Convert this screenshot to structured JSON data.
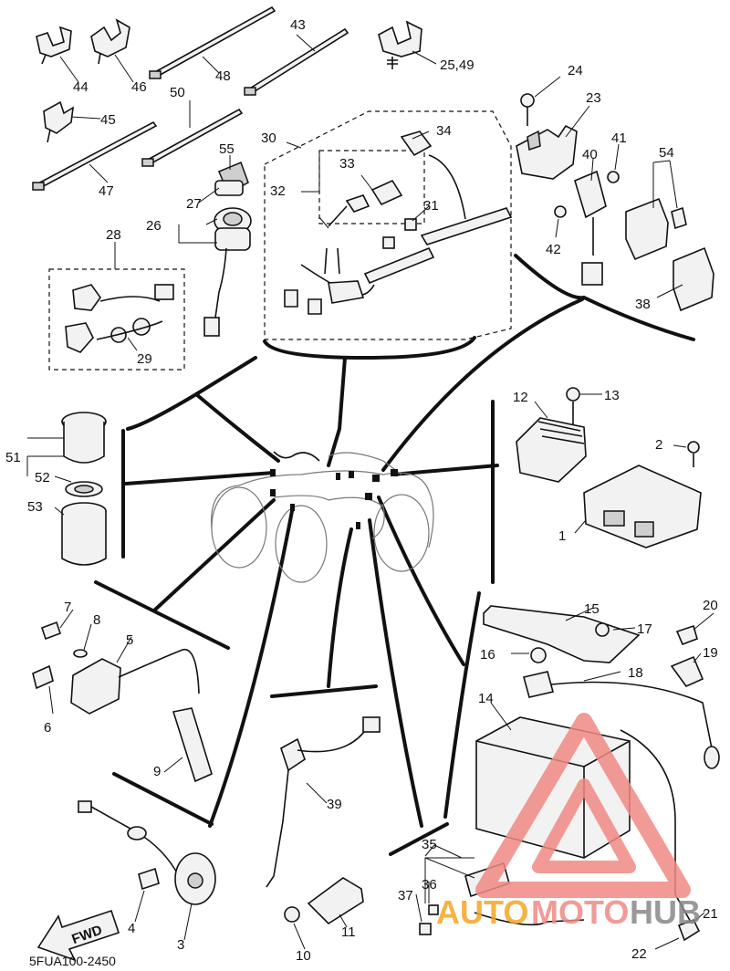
{
  "diagram_code": "5FUA100-2450",
  "direction_arrow": "FWD",
  "watermark": {
    "text_auto": "AUTO",
    "text_moto": "MOTO",
    "text_hub": "HUB",
    "color": "#f08a84",
    "orange": "#f5a623"
  },
  "callouts": [
    "1",
    "2",
    "3",
    "4",
    "5",
    "6",
    "7",
    "8",
    "9",
    "10",
    "11",
    "12",
    "13",
    "14",
    "15",
    "16",
    "17",
    "18",
    "19",
    "20",
    "21",
    "22",
    "23",
    "24",
    "25,49",
    "26",
    "27",
    "28",
    "29",
    "30",
    "31",
    "32",
    "33",
    "34",
    "35",
    "36",
    "37",
    "38",
    "39",
    "40",
    "41",
    "42",
    "43",
    "44",
    "45",
    "46",
    "47",
    "48",
    "50",
    "51",
    "52",
    "53",
    "54",
    "55"
  ]
}
